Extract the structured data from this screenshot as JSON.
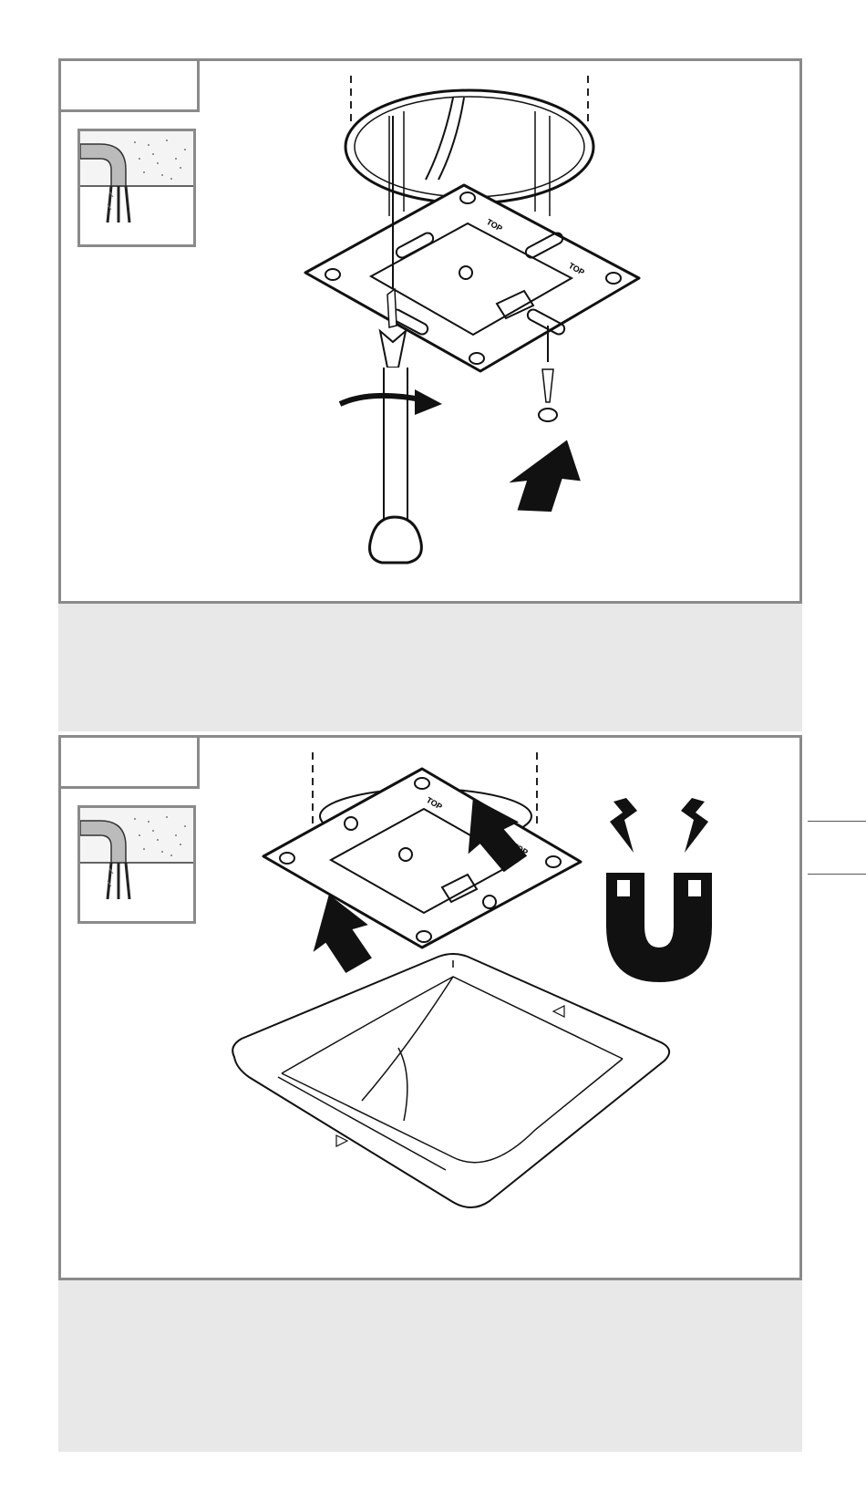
{
  "panels": [
    {
      "id": "step-mounting-plate",
      "step_label": "",
      "caption": "",
      "plate_marking_1": "TOP",
      "plate_marking_2": "TOP"
    },
    {
      "id": "step-attach-cover",
      "step_label": "",
      "caption": "",
      "plate_marking_1": "TOP",
      "plate_marking_2": "TOP"
    }
  ],
  "colors": {
    "frame": "#8a8a8a",
    "caption_bg": "#e8e8e8",
    "ink": "#111111"
  },
  "icons": [
    "ceiling-cable-inset-icon",
    "screwdriver-icon",
    "rotate-arrow-icon",
    "up-arrow-icon",
    "screw-icon",
    "magnet-icon",
    "lightning-icon"
  ]
}
